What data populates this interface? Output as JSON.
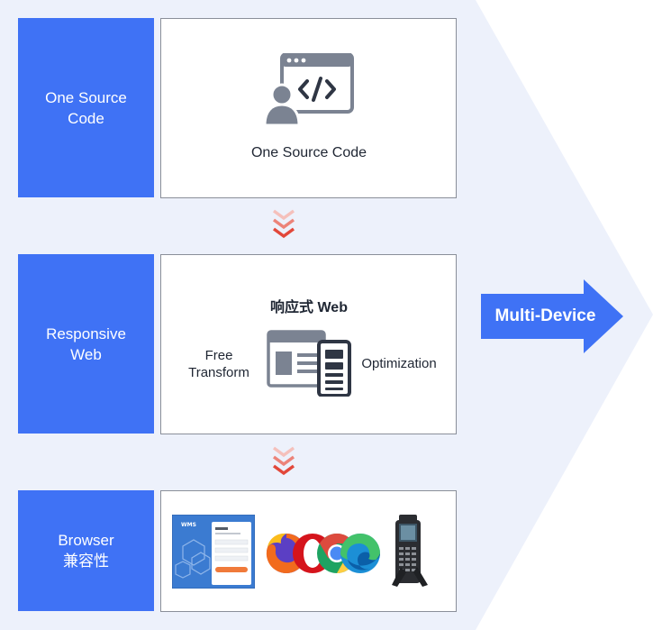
{
  "stages": [
    {
      "label_lines": [
        "One Source",
        "Code"
      ],
      "panel": {
        "caption": "One Source Code",
        "icon": "developer-code-icon"
      }
    },
    {
      "label_lines": [
        "Responsive",
        "Web"
      ],
      "panel": {
        "title": "响应式 Web",
        "left_lines": [
          "Free",
          "Transform"
        ],
        "right": "Optimization",
        "icon": "responsive-devices-icon"
      }
    },
    {
      "label_lines": [
        "Browser",
        "兼容性"
      ],
      "panel": {
        "items": [
          "wms-login-screenshot",
          "firefox-icon",
          "opera-icon",
          "chrome-icon",
          "edge-icon",
          "handheld-scanner-image"
        ]
      }
    }
  ],
  "arrow": {
    "label": "Multi-Device"
  },
  "colors": {
    "accent": "#3f72f5",
    "chevron": "#e2473a",
    "background_shape": "#edf1fb",
    "icon_gray": "#7b8392"
  }
}
